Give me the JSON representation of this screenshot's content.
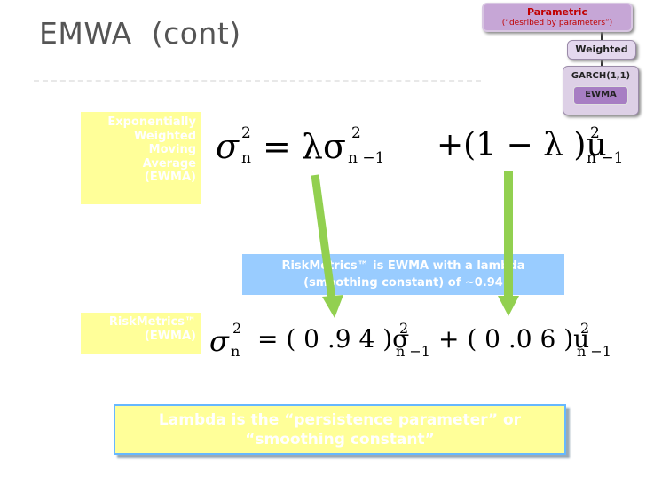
{
  "slide": {
    "title": "EMWA  (cont)",
    "colors": {
      "yellow": "#ffff99",
      "blue": "#99ccff",
      "arrow_green": "#92d050",
      "purple": "#a77ec3"
    }
  },
  "hierarchy": {
    "parametric_title": "Parametric",
    "parametric_sub": "(“desribed by parameters”)",
    "weighted": "Weighted",
    "garch": "GARCH(1,1)",
    "ewma": "EWMA"
  },
  "labels": {
    "ewma_label": [
      "Exponentially",
      "Weighted",
      "Moving",
      "Average",
      "(EWMA)"
    ],
    "riskmetrics_label": [
      "RiskMetrics™",
      "(EWMA)"
    ],
    "callout": [
      "RiskMetrics™ is EWMA with a lambda",
      "(smoothing constant) of ~0.94"
    ],
    "bottom_note": [
      "Lambda is the “persistence parameter” or",
      "“smoothing constant”"
    ]
  },
  "equation1": {
    "sigma": "σ",
    "sub_n": "n",
    "sup2": "2",
    "eq_lambda_sigma": "= λσ",
    "sub_n1": "n −1",
    "term2": "+(1 − λ )u"
  },
  "equation2": {
    "sigma": "σ",
    "sub_n": "n",
    "sup2": "2",
    "coef": "= ( 0 .9 4 )σ",
    "sub_n1": "n −1",
    "term2": "+ ( 0 .0 6 )u"
  }
}
